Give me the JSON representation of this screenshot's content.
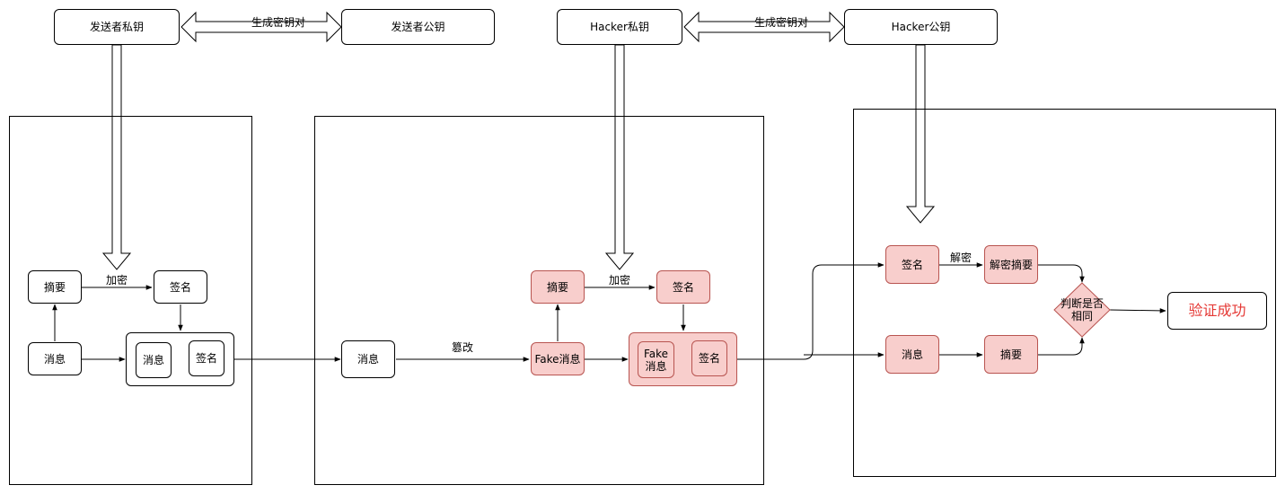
{
  "keys": {
    "sender_private": "发送者私钥",
    "sender_public": "发送者公钥",
    "hacker_private": "Hacker私钥",
    "hacker_public": "Hacker公钥",
    "pair_label_1": "生成密钥对",
    "pair_label_2": "生成密钥对"
  },
  "sender_panel": {
    "digest": "摘要",
    "encrypt_label": "加密",
    "signature": "签名",
    "message": "消息",
    "bundle_message": "消息",
    "bundle_signature": "签名"
  },
  "hacker_panel": {
    "message": "消息",
    "tamper_label": "篡改",
    "fake_message": "Fake消息",
    "digest": "摘要",
    "encrypt_label": "加密",
    "signature": "签名",
    "bundle_fake_message": "Fake\n消息",
    "bundle_signature": "签名"
  },
  "receiver_panel": {
    "signature": "签名",
    "decrypt_label": "解密",
    "decrypted_digest": "解密摘要",
    "message": "消息",
    "digest": "摘要",
    "compare": "判断是否\n相同",
    "result": "验证成功"
  }
}
